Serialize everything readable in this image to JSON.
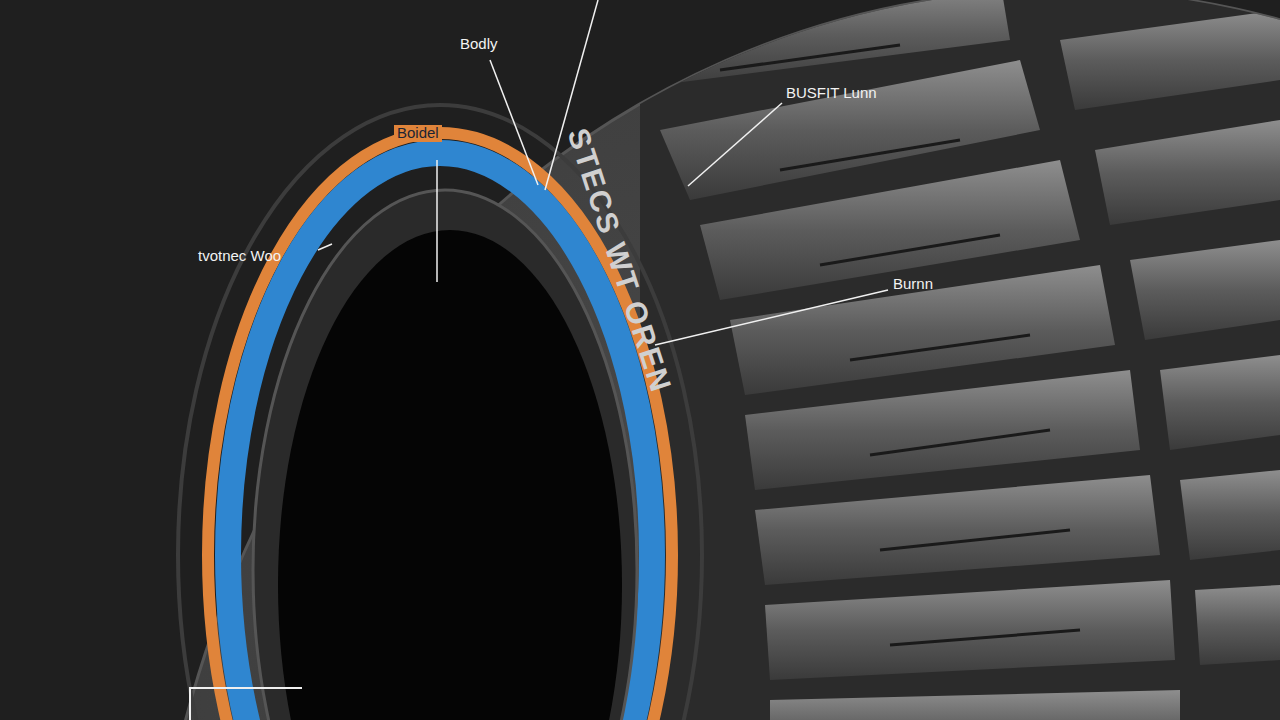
{
  "diagram": {
    "labels": [
      "Bodly",
      "Boidel",
      "BUSFIT Lunn",
      "tvotnec Woo",
      "Burnn",
      "STECS WT OREN"
    ]
  }
}
